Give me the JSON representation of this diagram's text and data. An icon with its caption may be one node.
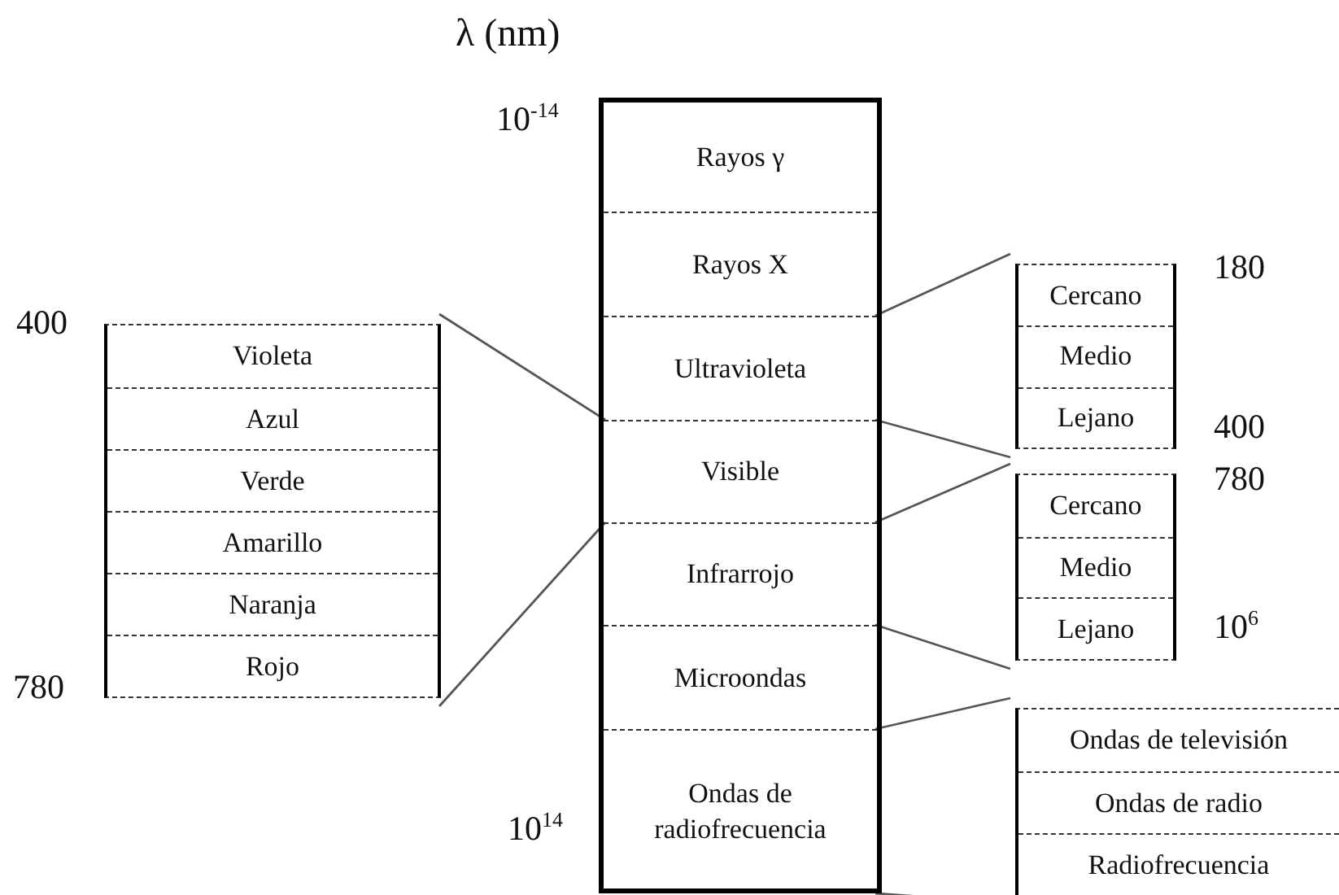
{
  "diagram": {
    "nodes": [
      {
        "text": [],
        "shape": "box"
      },
      {
        "text": [
          "Rayos γ"
        ],
        "in": 0
      },
      {
        "text": [
          "Rayos X"
        ],
        "in": 0
      },
      {
        "text": [
          "Ultravioleta"
        ],
        "in": 0
      },
      {
        "text": [
          "Visible"
        ],
        "in": 0
      },
      {
        "text": [
          "Infrarrojo"
        ],
        "in": 0
      },
      {
        "text": [
          "Microondas"
        ],
        "in": 0
      },
      {
        "text": [
          "Ondas de radiofrecuencia"
        ],
        "in": 0
      },
      {
        "text": [],
        "shape": "box"
      },
      {
        "text": [
          "Violeta"
        ],
        "in": 8
      },
      {
        "text": [
          "Azul"
        ],
        "in": 8
      },
      {
        "text": [
          "Verde"
        ],
        "in": 8
      },
      {
        "text": [
          "Amarillo"
        ],
        "in": 8
      },
      {
        "text": [
          "Naranja"
        ],
        "in": 8
      },
      {
        "text": [
          "Rojo"
        ],
        "in": 8
      },
      {
        "text": [],
        "shape": "box"
      },
      {
        "text": [
          "Cercano"
        ],
        "in": 15
      },
      {
        "text": [
          "Medio"
        ],
        "in": 15
      },
      {
        "text": [
          "Lejano"
        ],
        "in": 15
      },
      {
        "text": [],
        "shape": "box"
      },
      {
        "text": [
          "Cercano"
        ],
        "in": 19
      },
      {
        "text": [
          "Medio"
        ],
        "in": 19
      },
      {
        "text": [
          "Lejano"
        ],
        "in": 19
      },
      {
        "text": [],
        "shape": "box"
      },
      {
        "text": [
          "Ondas de televisión"
        ],
        "in": 23
      },
      {
        "text": [
          "Ondas de radio"
        ],
        "in": 23
      },
      {
        "text": [
          "Radiofrecuencia"
        ],
        "in": 23
      }
    ],
    "edges": [
      {
        "from": 4,
        "to": 8,
        "arrow": "none"
      },
      {
        "from": 4,
        "to": 8,
        "arrow": "none"
      },
      {
        "from": 3,
        "to": 15,
        "arrow": "none"
      },
      {
        "from": 3,
        "to": 15,
        "arrow": "none"
      },
      {
        "from": 5,
        "to": 19,
        "arrow": "none"
      },
      {
        "from": 5,
        "to": 19,
        "arrow": "none"
      },
      {
        "from": 7,
        "to": 23,
        "arrow": "none"
      },
      {
        "from": 7,
        "to": 23,
        "arrow": "none"
      }
    ],
    "labels": [
      "λ (nm)",
      "10$^{-14}$",
      "400",
      "180",
      "400",
      "780",
      "780",
      "10$^{6}$",
      "10$^{14}$"
    ]
  }
}
